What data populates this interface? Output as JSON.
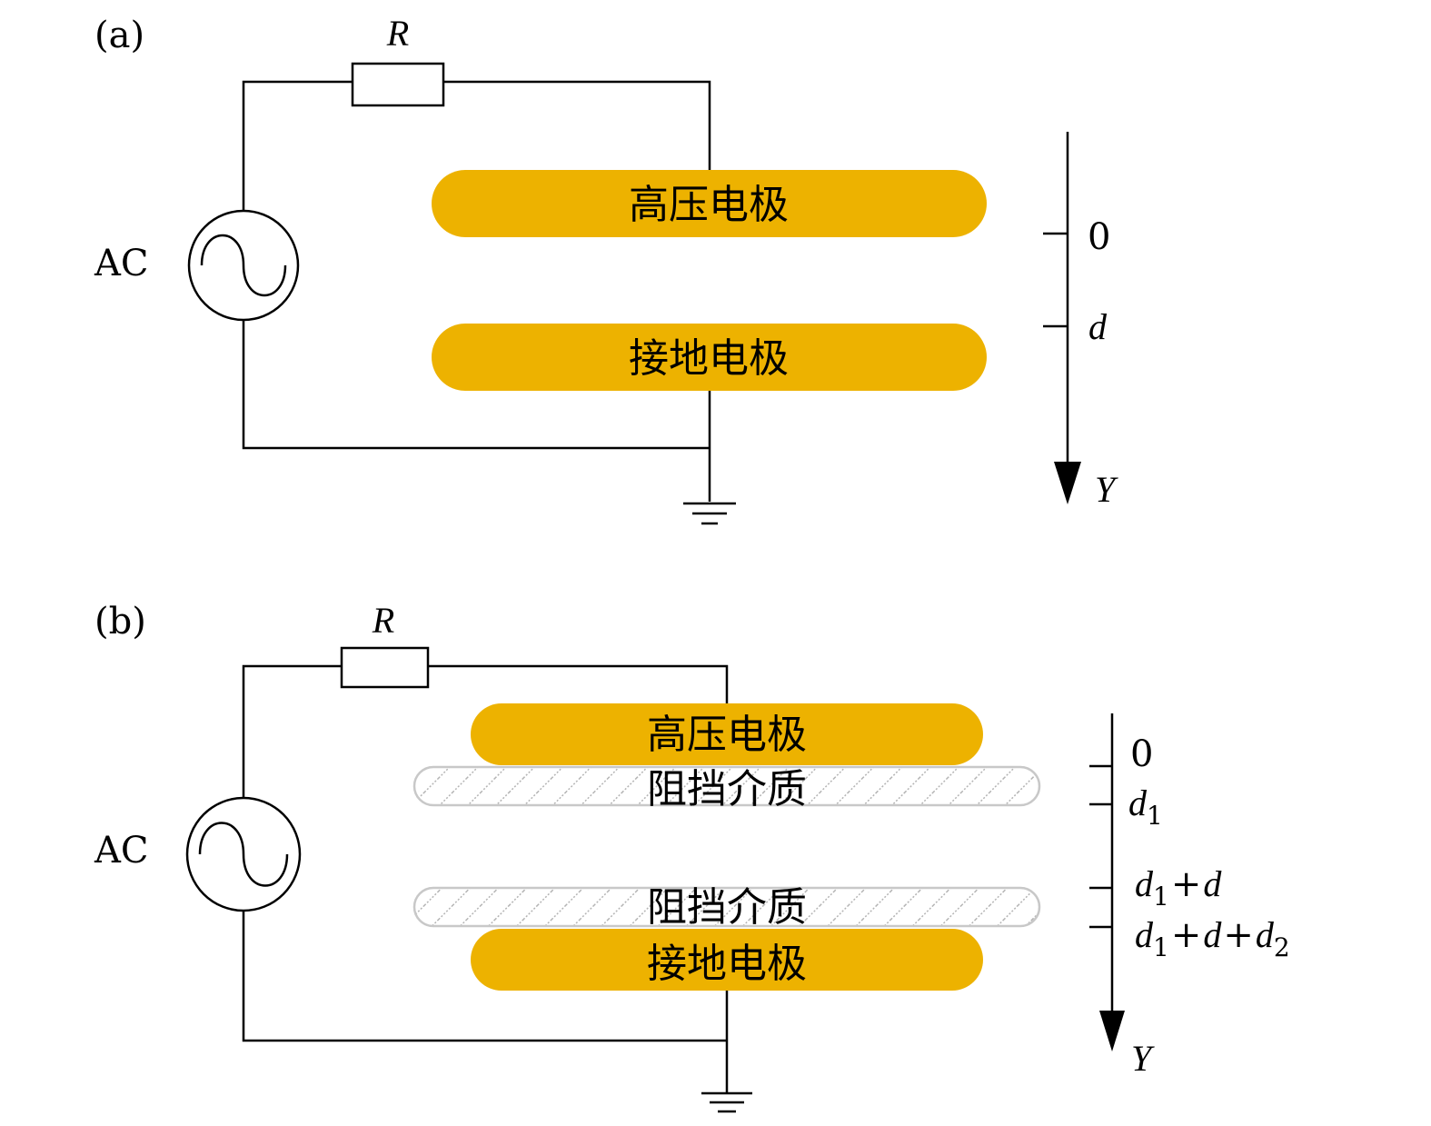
{
  "colors": {
    "electrode": "#EDB200",
    "wire": "#000000",
    "dielectric_stroke": "#C8C8C8",
    "dielectric_hatch": "#B4B4B4",
    "background": "#FFFFFF"
  },
  "panel_a": {
    "label": "(a)",
    "resistor": "R",
    "source": "AC",
    "electrode_top": "高压电极",
    "electrode_bottom": "接地电极",
    "axis": {
      "ticks": [
        "0",
        "d"
      ],
      "name": "Y"
    }
  },
  "panel_b": {
    "label": "(b)",
    "resistor": "R",
    "source": "AC",
    "electrode_top": "高压电极",
    "dielectric_top": "阻挡介质",
    "dielectric_bottom": "阻挡介质",
    "electrode_bottom": "接地电极",
    "axis": {
      "tick_0": "0",
      "tick_1": {
        "base": "d",
        "sub": "1"
      },
      "tick_2": {
        "base": "d",
        "sub": "1",
        "plus": "+",
        "term": "d"
      },
      "tick_3": {
        "base": "d",
        "sub": "1",
        "plus": "+",
        "term": "d",
        "plus2": "+",
        "term2": "d",
        "sub2": "2"
      },
      "name": "Y"
    }
  },
  "icons": [
    "sine-wave-icon",
    "ground-icon",
    "resistor-icon",
    "arrow-down-icon"
  ]
}
